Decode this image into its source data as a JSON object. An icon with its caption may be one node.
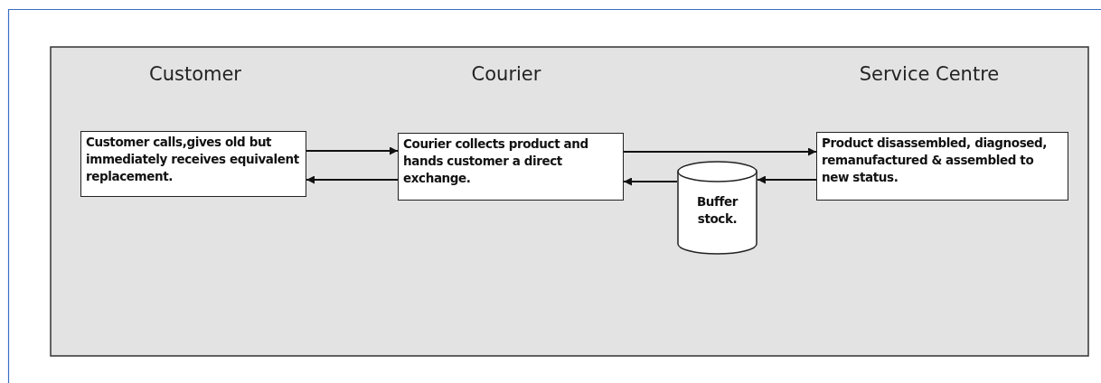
{
  "diagram": {
    "nodes": [
      {
        "text": [
          "Customer calls,gives old but immediately receives equivalent replacement."
        ]
      },
      {
        "text": [
          "Courier collects product and hands customer a direct exchange."
        ]
      },
      {
        "text": [
          "Product disassembled, diagnosed, remanufactured & assembled to new status."
        ]
      },
      {
        "text": [
          "Buffer stock."
        ]
      }
    ],
    "edges": [
      {
        "from": 0,
        "to": 1,
        "arrow": "to"
      },
      {
        "from": 1,
        "to": 2,
        "arrow": "to"
      },
      {
        "from": 1,
        "to": 0,
        "arrow": "to"
      },
      {
        "from": 2,
        "to": 3,
        "arrow": "to"
      },
      {
        "from": 3,
        "to": 1,
        "arrow": "to"
      }
    ],
    "labels": [
      "Customer",
      "Courier",
      "Service Centre"
    ]
  }
}
